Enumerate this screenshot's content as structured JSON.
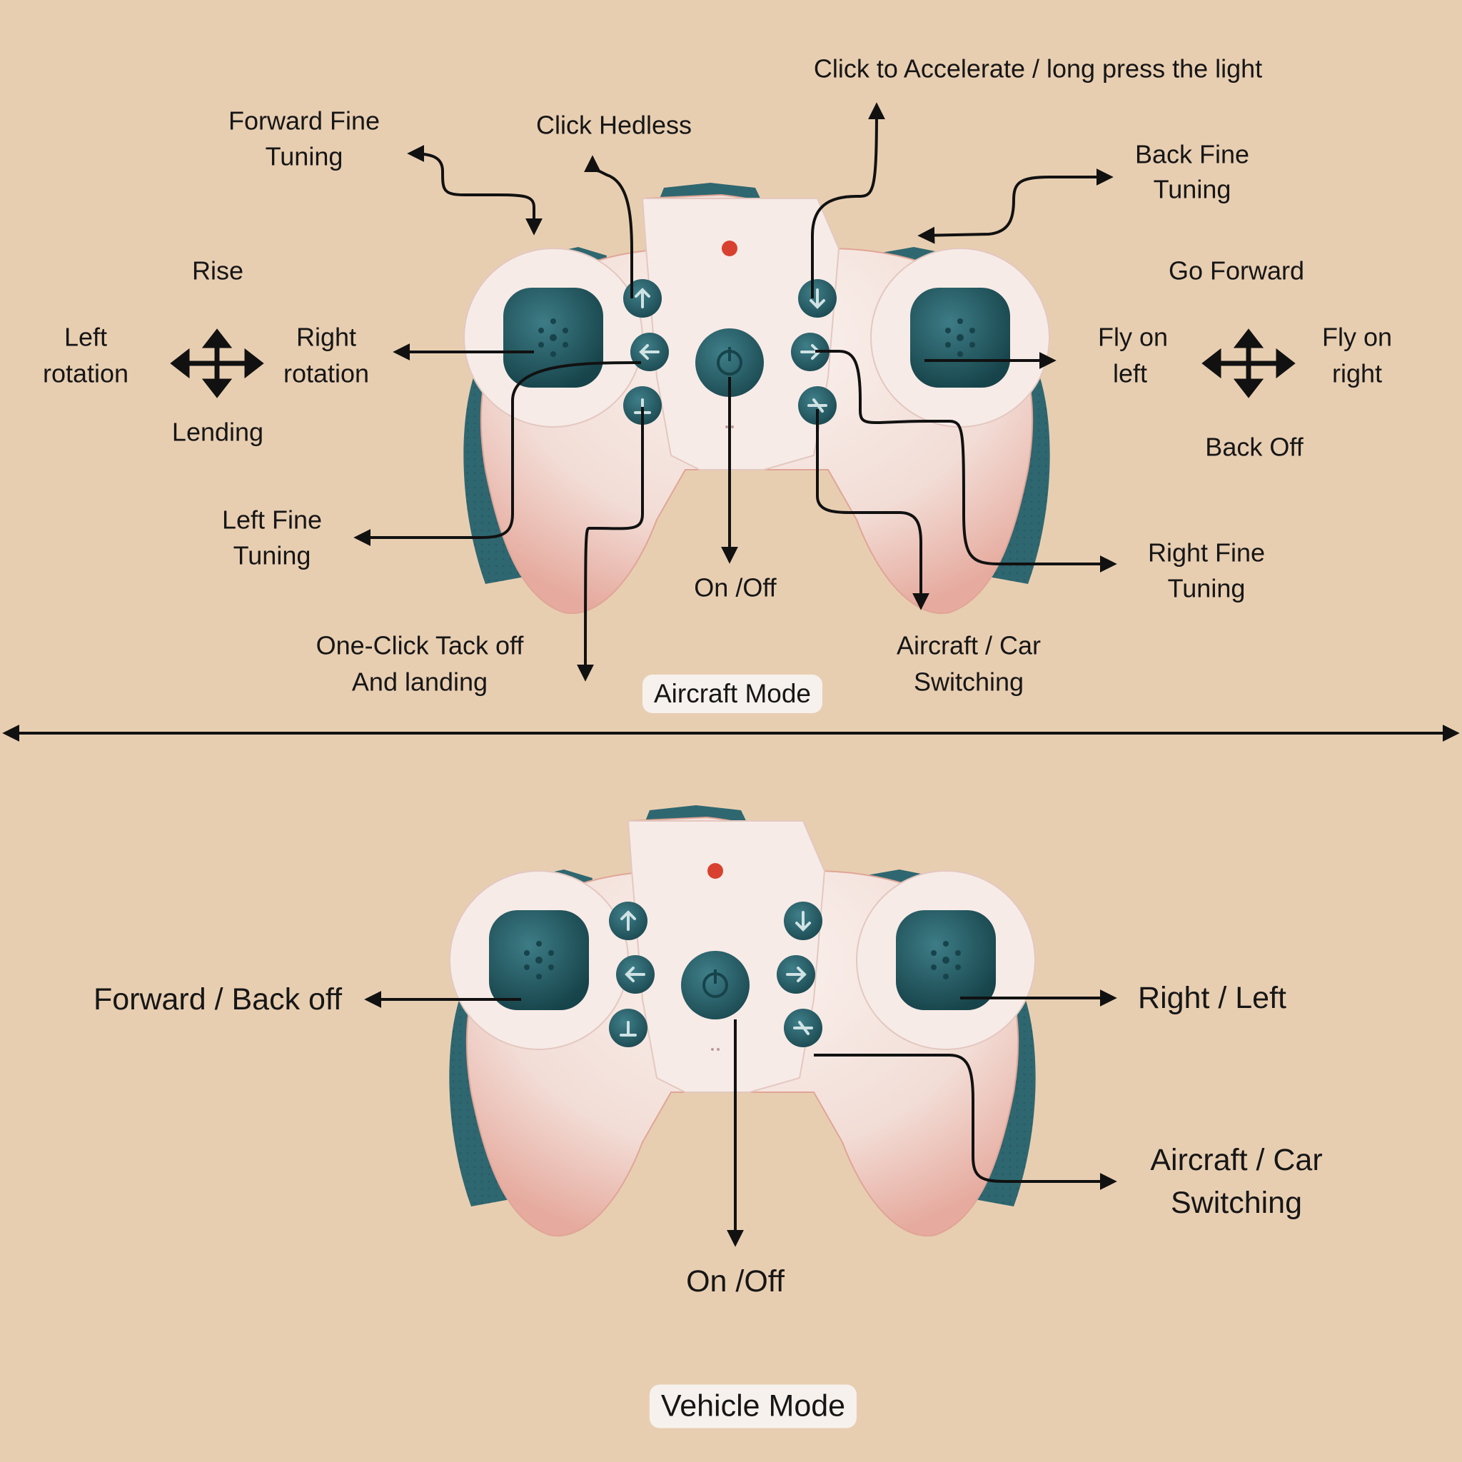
{
  "aircraft": {
    "mode_label": "Aircraft Mode",
    "labels": {
      "accelerate": "Click to Accelerate / long press the light",
      "forward_fine_1": "Forward Fine",
      "forward_fine_2": "Tuning",
      "headless": "Click Hedless",
      "back_fine_1": "Back Fine",
      "back_fine_2": "Tuning",
      "rise": "Rise",
      "left_rotation_1": "Left",
      "left_rotation_2": "rotation",
      "right_rotation_1": "Right",
      "right_rotation_2": "rotation",
      "lending": "Lending",
      "go_forward": "Go Forward",
      "fly_left_1": "Fly on",
      "fly_left_2": "left",
      "fly_right_1": "Fly on",
      "fly_right_2": "right",
      "back_off": "Back Off",
      "left_fine_1": "Left Fine",
      "left_fine_2": "Tuning",
      "right_fine_1": "Right Fine",
      "right_fine_2": "Tuning",
      "on_off": "On /Off",
      "takeoff_1": "One-Click Tack off",
      "takeoff_2": "And landing",
      "switching_1": "Aircraft / Car",
      "switching_2": "Switching"
    }
  },
  "vehicle": {
    "mode_label": "Vehicle Mode",
    "labels": {
      "forward_back": "Forward / Back off",
      "right_left": "Right / Left",
      "switching_1": "Aircraft / Car",
      "switching_2": "Switching",
      "on_off": "On /Off"
    }
  },
  "colors": {
    "background": "#e8ceb1",
    "controller_body": "#f7ebe7",
    "controller_shadow": "#e9b7ac",
    "teal": "#2f6770",
    "teal_dark": "#1f4f57",
    "line": "#111111",
    "badge": "#f6f1ec",
    "indicator": "#d8412f"
  },
  "icons": [
    "move-cross-icon",
    "arrow-up-icon",
    "arrow-down-icon",
    "arrow-left-icon",
    "arrow-right-icon",
    "power-icon",
    "takeoff-icon",
    "switch-icon"
  ]
}
